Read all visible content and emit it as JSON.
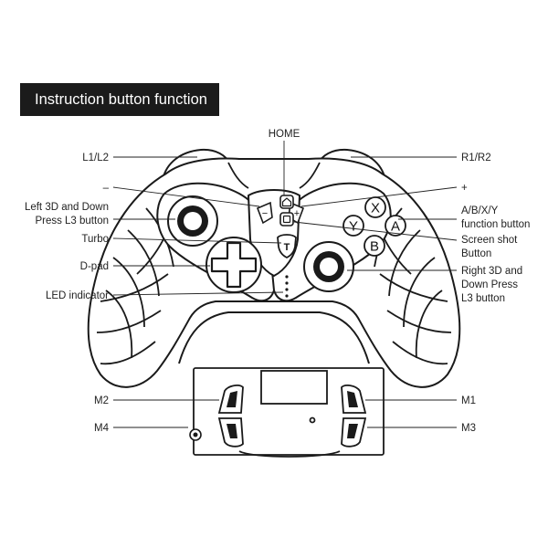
{
  "header": {
    "title": "Instruction button function"
  },
  "labels": {
    "home": "HOME",
    "l1l2": "L1/L2",
    "r1r2": "R1/R2",
    "minus": "–",
    "plus": "+",
    "left3d_line1": "Left 3D and Down",
    "left3d_line2": "Press L3 button",
    "abxy_line1": "A/B/X/Y",
    "abxy_line2": "function button",
    "turbo": "Turbo",
    "screenshot_line1": "Screen shot",
    "screenshot_line2": "Button",
    "dpad": "D-pad",
    "right3d_line1": "Right 3D and",
    "right3d_line2": "Down Press",
    "right3d_line3": "L3 button",
    "led": "LED indicator",
    "m1": "M1",
    "m2": "M2",
    "m3": "M3",
    "m4": "M4"
  },
  "buttons": {
    "x": "X",
    "y": "Y",
    "a": "A",
    "b": "B",
    "turbo_glyph": "T",
    "minus_glyph": "−",
    "plus_glyph": "+"
  },
  "icons": [
    "home-icon",
    "screenshot-icon",
    "turbo-icon",
    "minus-icon",
    "plus-icon"
  ],
  "colors": {
    "ink": "#1a1a1a",
    "header_bg": "#1b1b1b",
    "header_text": "#ffffff"
  }
}
